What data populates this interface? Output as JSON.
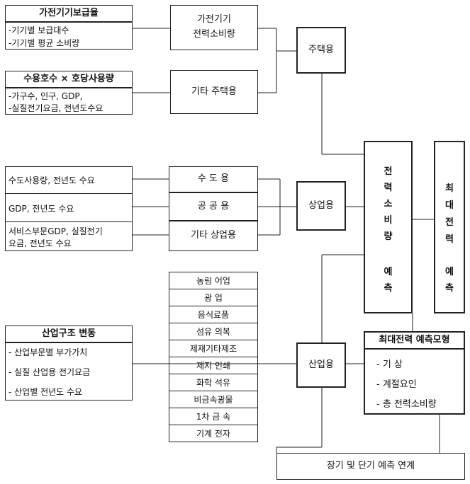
{
  "home_appliance": {
    "title": "가전기기보급율",
    "lines": [
      "-기기별 보급대수",
      "-기기별 평균 소비량"
    ]
  },
  "households": {
    "title": "수용호수 × 호당사용량",
    "lines": [
      "-가구수, 인구, GDP,",
      "-실질전기요금, 전년도수요"
    ]
  },
  "appliance_power": [
    "가전기기",
    "전력소비량"
  ],
  "other_residential": "기타 주택용",
  "residential": "주택용",
  "commercial_inputs": {
    "water": "수도사용량, 전년도 수요",
    "gdp": "GDP, 전년도 수요",
    "service": [
      "서비스부문GDP, 실질전기",
      "요금, 전년도 수요"
    ]
  },
  "commercial_sectors": {
    "water": "수 도 용",
    "public": "공 공 용",
    "other": "기타 상업용"
  },
  "commercial": "상업용",
  "consumption_forecast": {
    "chars": [
      "전",
      "력",
      "소",
      "비",
      "량"
    ],
    "forecast_chars": [
      "예",
      "측"
    ]
  },
  "peak_forecast": {
    "chars": [
      "최",
      "대",
      "전",
      "력"
    ],
    "forecast_chars": [
      "예",
      "측"
    ]
  },
  "industry_structure": {
    "title": "산업구조 변동",
    "lines": [
      "- 산업부문별 부가가치",
      "- 실질 산업용 전기요금",
      "- 산업별 전년도 수요"
    ]
  },
  "industry_sectors": [
    "농림 어업",
    "광     업",
    "음식료품",
    "섬유 의복",
    "제재기타제조",
    "제지 인쇄",
    "화학 석유",
    "비금속광물",
    "1차 금 속",
    "기계 전자"
  ],
  "industrial": "산업용",
  "peak_model": {
    "title": "최대전력 예측모형",
    "items": [
      "- 기    상",
      "- 계절요인",
      "- 총 전력소비량"
    ]
  },
  "link": "장기 및 단기 예측 연계"
}
